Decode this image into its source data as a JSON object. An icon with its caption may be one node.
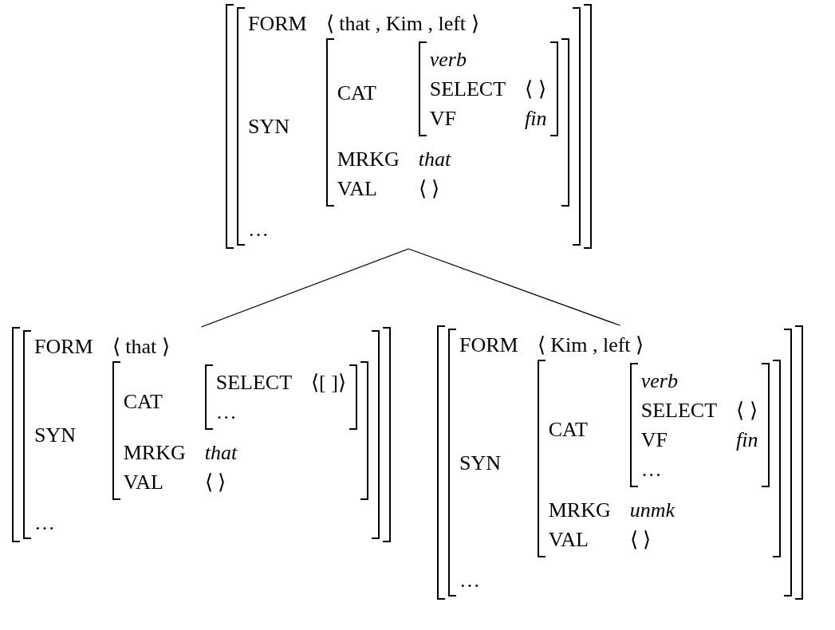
{
  "diagram": {
    "nodes": [
      {
        "text": [
          "FORM",
          "⟨ that , Kim , left ⟩",
          "SYN",
          "…"
        ]
      },
      {
        "text": [
          "CAT",
          "MRKG",
          "that",
          "VAL",
          "⟨ ⟩"
        ],
        "in": 0
      },
      {
        "text": [
          "verb",
          "SELECT",
          "⟨ ⟩",
          "VF",
          "fin"
        ],
        "in": 1
      },
      {
        "text": [
          "FORM",
          "⟨ that ⟩",
          "SYN",
          "…"
        ]
      },
      {
        "text": [
          "CAT",
          "MRKG",
          "that",
          "VAL",
          "⟨ ⟩"
        ],
        "in": 3
      },
      {
        "text": [
          "SELECT",
          "⟨[ ]⟩",
          "…"
        ],
        "in": 4
      },
      {
        "text": [
          "FORM",
          "⟨ Kim , left ⟩",
          "SYN",
          "…"
        ]
      },
      {
        "text": [
          "CAT",
          "MRKG",
          "unmk",
          "VAL",
          "⟨ ⟩"
        ],
        "in": 6
      },
      {
        "text": [
          "verb",
          "SELECT",
          "⟨ ⟩",
          "VF",
          "fin",
          "…"
        ],
        "in": 7
      }
    ],
    "edges": [
      {
        "from": 0,
        "to": 3,
        "arrow": "none"
      },
      {
        "from": 0,
        "to": 6,
        "arrow": "none"
      }
    ]
  }
}
